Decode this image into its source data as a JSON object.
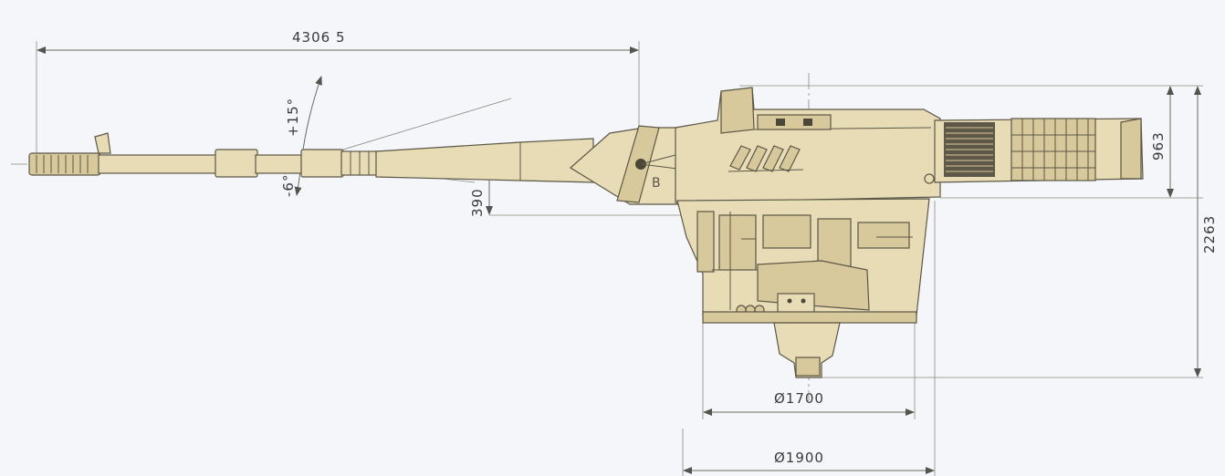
{
  "dimensions": {
    "overall_length": "4306 5",
    "elevation": "+15°",
    "depression": "-6°",
    "trunnion_height": "390",
    "turret_height": "963",
    "total_height": "2263",
    "ring_diameter": "Ø1700",
    "base_diameter": "Ø1900"
  },
  "markings": {
    "turret_letter": "B"
  },
  "colors": {
    "body": "#e8dcb6",
    "outline": "#5b5646",
    "background": "#f4f6f9"
  }
}
